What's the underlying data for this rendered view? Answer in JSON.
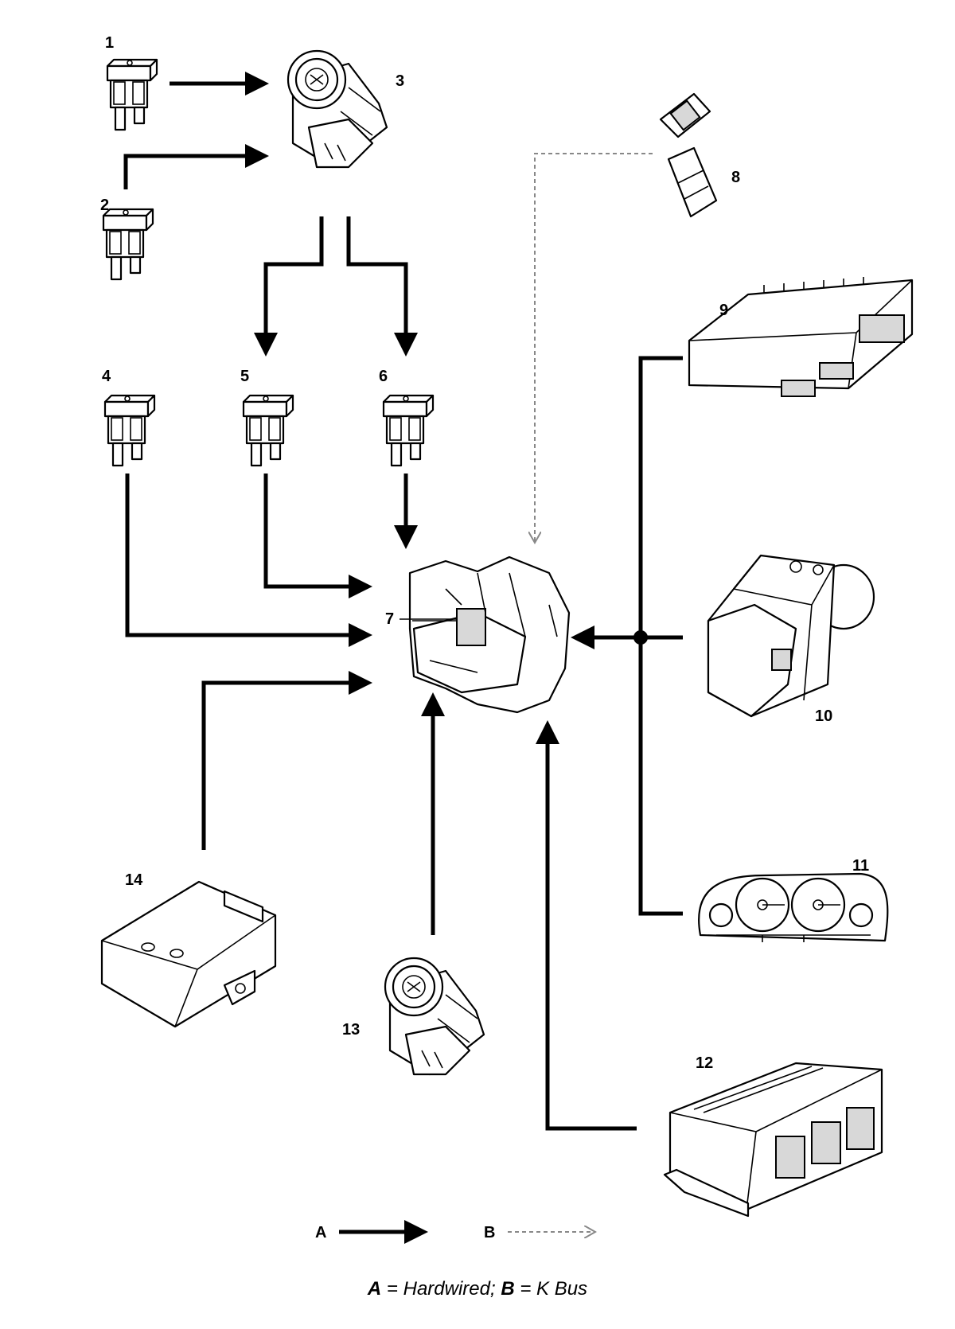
{
  "components": [
    {
      "id": "1",
      "label": "1",
      "kind": "fuse-icon"
    },
    {
      "id": "2",
      "label": "2",
      "kind": "fuse-icon"
    },
    {
      "id": "3",
      "label": "3",
      "kind": "ignition-switch-icon"
    },
    {
      "id": "4",
      "label": "4",
      "kind": "fuse-icon"
    },
    {
      "id": "5",
      "label": "5",
      "kind": "fuse-icon"
    },
    {
      "id": "6",
      "label": "6",
      "kind": "fuse-icon"
    },
    {
      "id": "7",
      "label": "7",
      "kind": "steering-column-module-icon"
    },
    {
      "id": "8",
      "label": "8",
      "kind": "diagnostic-connector-icon"
    },
    {
      "id": "9",
      "label": "9",
      "kind": "control-module-icon"
    },
    {
      "id": "10",
      "label": "10",
      "kind": "abs-modulator-icon"
    },
    {
      "id": "11",
      "label": "11",
      "kind": "instrument-cluster-icon"
    },
    {
      "id": "12",
      "label": "12",
      "kind": "control-module-icon"
    },
    {
      "id": "13",
      "label": "13",
      "kind": "ignition-switch-icon"
    },
    {
      "id": "14",
      "label": "14",
      "kind": "control-module-icon"
    }
  ],
  "connections": [
    {
      "from": "1",
      "to": "3",
      "type": "A"
    },
    {
      "from": "2",
      "to": "3",
      "type": "A"
    },
    {
      "from": "3",
      "to": "5",
      "type": "A"
    },
    {
      "from": "3",
      "to": "6",
      "type": "A"
    },
    {
      "from": "4",
      "to": "7",
      "type": "A"
    },
    {
      "from": "5",
      "to": "7",
      "type": "A"
    },
    {
      "from": "6",
      "to": "7",
      "type": "A"
    },
    {
      "from": "8",
      "to": "7",
      "type": "B"
    },
    {
      "from": "9",
      "to": "7",
      "type": "A"
    },
    {
      "from": "10",
      "to": "7",
      "type": "A"
    },
    {
      "from": "11",
      "to": "7",
      "type": "A"
    },
    {
      "from": "12",
      "to": "7",
      "type": "A"
    },
    {
      "from": "13",
      "to": "7",
      "type": "A"
    },
    {
      "from": "14",
      "to": "7",
      "type": "A"
    }
  ],
  "legend": {
    "a_letter": "A",
    "b_letter": "B",
    "caption_a_letter": "A",
    "caption_a_text": " = Hardwired; ",
    "caption_b_letter": "B",
    "caption_b_text": " = K Bus"
  }
}
